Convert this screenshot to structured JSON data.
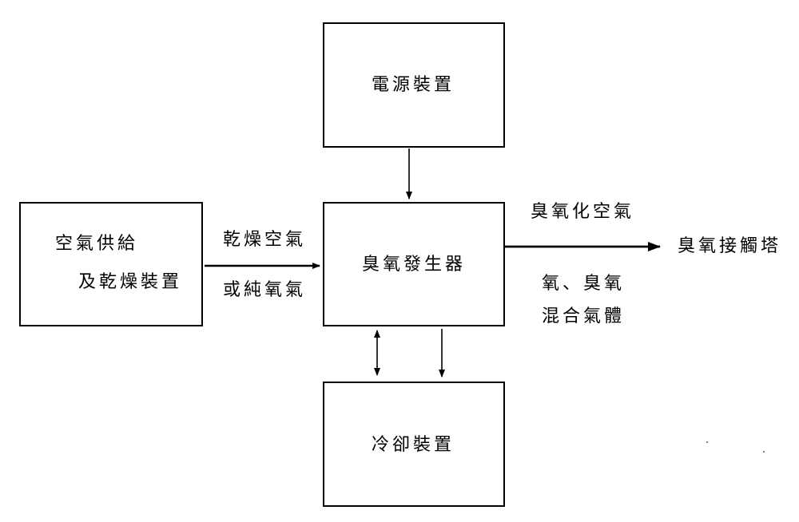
{
  "nodes": {
    "power_supply": {
      "label": "電源裝置"
    },
    "air_supply": {
      "line1": "空氣供給",
      "line2": "及乾燥裝置"
    },
    "ozone_generator": {
      "label": "臭氧發生器"
    },
    "cooling": {
      "label": "冷卻裝置"
    }
  },
  "edges": {
    "feed_gas": {
      "line1": "乾燥空氣",
      "line2": "或純氧氣"
    },
    "output": {
      "top": "臭氧化空氣",
      "bottom1": "氧、臭氧",
      "bottom2": "混合氣體"
    },
    "target": {
      "label": "臭氧接觸塔"
    }
  }
}
